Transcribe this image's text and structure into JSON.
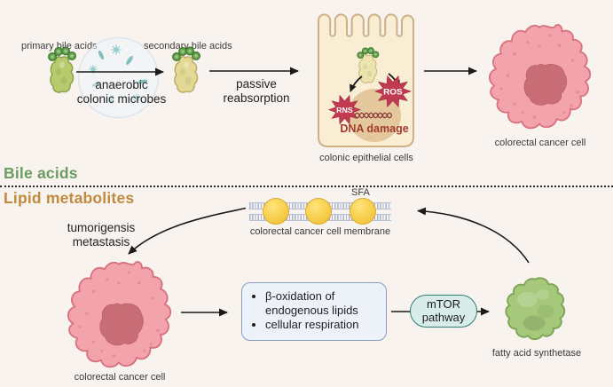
{
  "colors": {
    "background": "#f8f3ef",
    "bile_heading_green": "#6b9c60",
    "lipid_heading_orange": "#c08a3e",
    "starburst_red": "#c23a50",
    "dna_damage_red": "#a33b2d",
    "cancer_cell_pink": "#f2a3ab",
    "nucleus_pink": "#c96e76",
    "primary_bile_green": "#b7ca6c",
    "secondary_bile_tan": "#e3d894",
    "epithelial_cream": "#f9edd3",
    "membrane_sfa_yellow": "#f7cf45",
    "mtor_teal_fill": "#d8ede9",
    "mtor_teal_border": "#2e7d72",
    "fas_green": "#a5c87b"
  },
  "bile_section": {
    "heading": "Bile acids",
    "primary_label": "primary bile acids",
    "secondary_label": "secondary bile acids",
    "microbes_caption": "anaerobic\ncolonic microbes",
    "reabsorption_caption": "passive\nreabsorption",
    "epithelial": {
      "rns": "RNS",
      "ros": "ROS",
      "dna_damage": "DNA damage",
      "label": "colonic epithelial cells"
    },
    "cancer_cell_label": "colorectal cancer cell"
  },
  "lipid_section": {
    "heading": "Lipid metabolites",
    "sfa_label": "SFA",
    "membrane_label": "colorectal cancer cell membrane",
    "tumor_caption": "tumorigensis\nmetastasis",
    "cancer_cell_label": "colorectal cancer cell",
    "box_items": [
      "β-oxidation of endogenous lipids",
      "cellular respiration"
    ],
    "mtor_line1": "mTOR",
    "mtor_line2": "pathway",
    "fas_label": "fatty acid synthetase"
  }
}
